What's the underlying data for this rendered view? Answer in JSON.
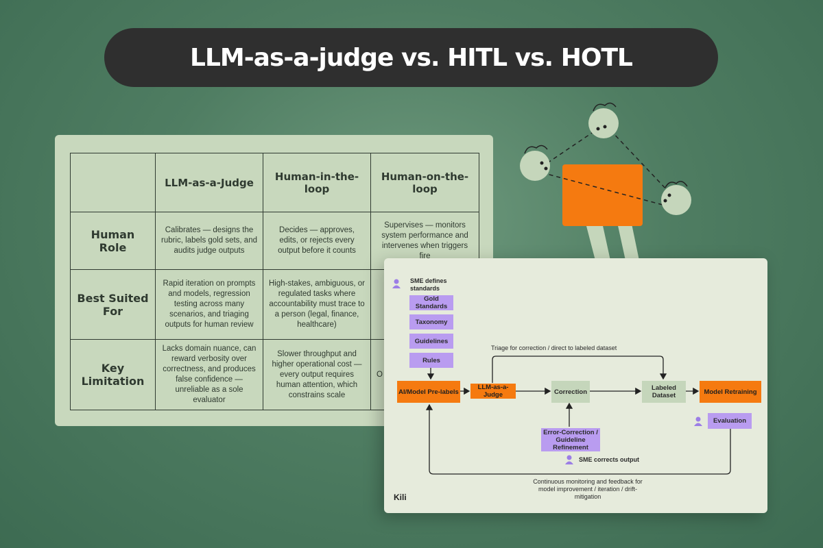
{
  "title": "LLM-as-a-judge vs. HITL vs. HOTL",
  "table": {
    "columns": [
      "",
      "LLM-as-a-Judge",
      "Human-in-the-loop",
      "Human-on-the-loop"
    ],
    "rows": [
      {
        "label": "Human Role",
        "cells": [
          "Calibrates — designs the rubric, labels gold sets, and audits judge outputs",
          "Decides — approves, edits, or rejects every output before it counts",
          "Supervises — monitors system performance and intervenes when triggers fire"
        ]
      },
      {
        "label": "Best Suited For",
        "cells": [
          "Rapid iteration on prompts and models, regression testing across many scenarios, and triaging outputs for human review",
          "High-stakes, ambiguous, or regulated tasks where accountability must trace to a person (legal, finance, healthcare)",
          ""
        ]
      },
      {
        "label": "Key Limitation",
        "cells": [
          "Lacks domain nuance, can reward verbosity over correctness, and produces false confidence — unreliable as a sole evaluator",
          "Slower throughput and higher operational cost — every output requires human attention, which constrains scale",
          "O"
        ]
      }
    ]
  },
  "flow": {
    "sme_defines": "SME defines standards",
    "standards": [
      "Gold Standards",
      "Taxonomy",
      "Guidelines",
      "Rules"
    ],
    "prelabels": "AI/Model Pre-labels",
    "judge": "LLM-as-a-Judge",
    "correction": "Correction",
    "labeled": "Labeled Dataset",
    "retraining": "Model Retraining",
    "evaluation": "Evaluation",
    "triage": "Triage for correction / direct to labeled dataset",
    "error_correction": "Error-Correction / Guideline Refinement",
    "sme_corrects": "SME corrects output",
    "feedback": "Continuous monitoring and feedback for model improvement / iteration / drift-mitigation",
    "brand": "Kili"
  },
  "colors": {
    "orange": "#f57a10",
    "purple": "#b99cf0",
    "green": "#c5d6bb",
    "dark": "#2f2f2f"
  }
}
